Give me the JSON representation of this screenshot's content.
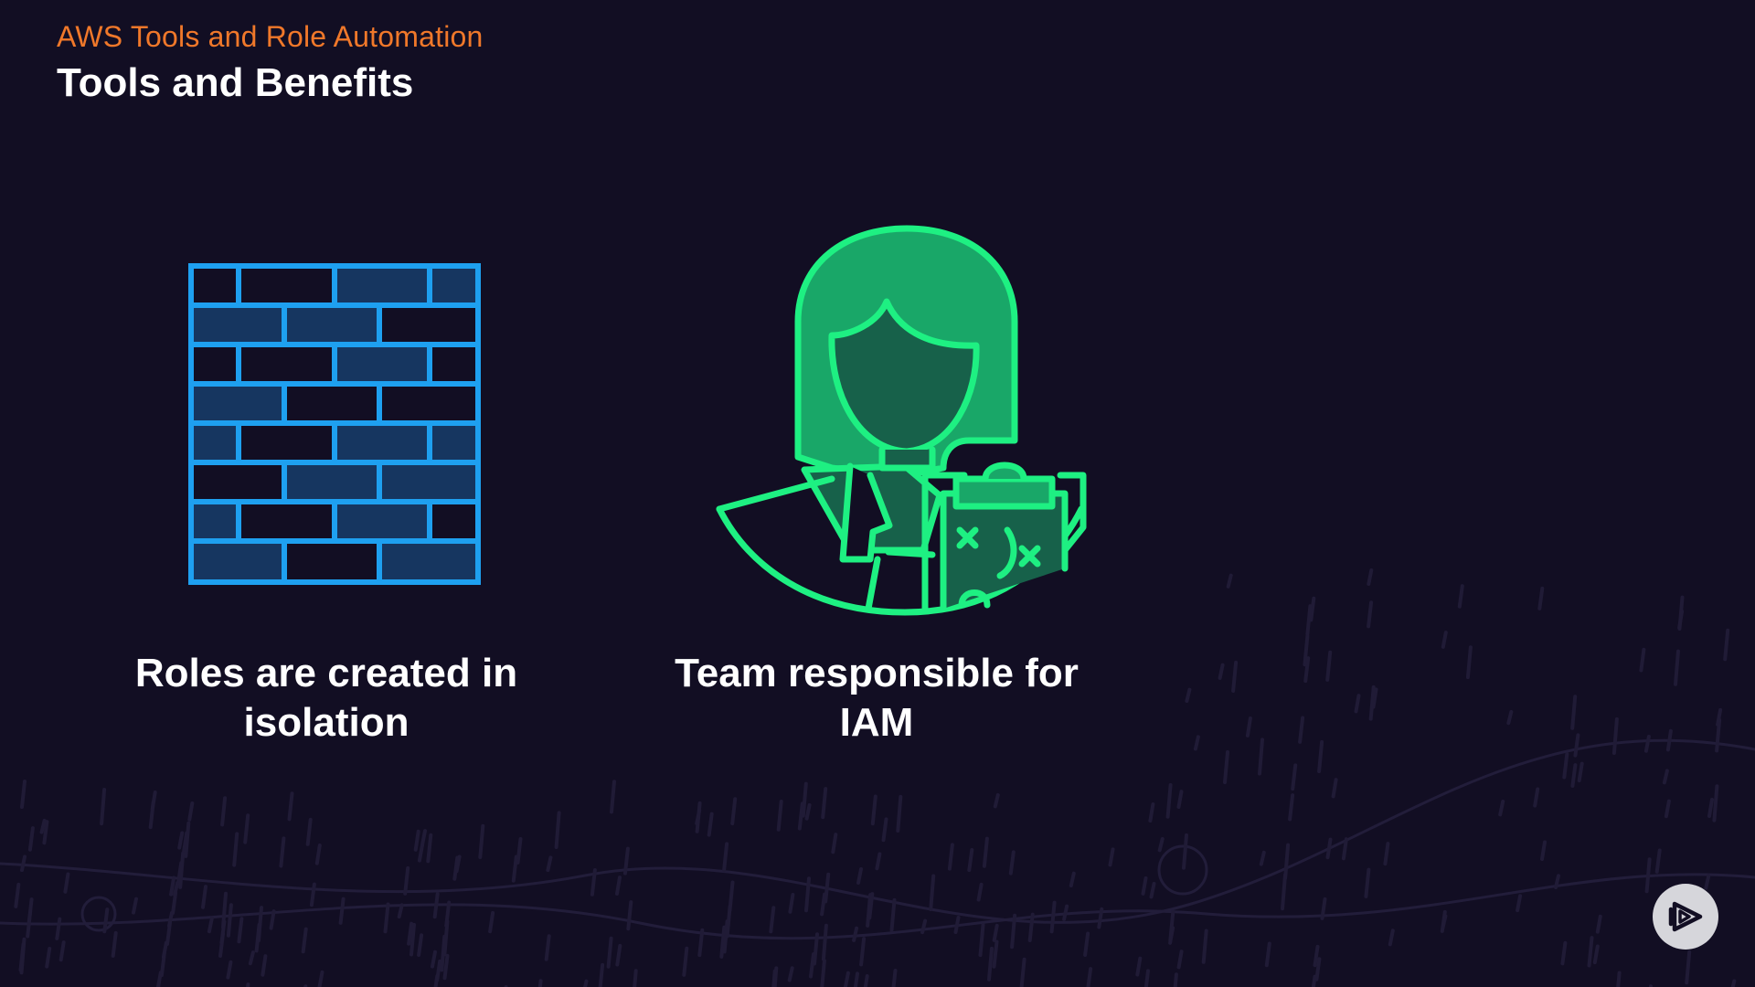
{
  "header": {
    "subtitle": "AWS Tools and Role Automation",
    "title": "Tools and Benefits"
  },
  "items": [
    {
      "icon": "brick-wall-icon",
      "caption": "Roles are created in isolation",
      "color": "#1ea0f0"
    },
    {
      "icon": "person-clipboard-icon",
      "caption": "Team responsible for IAM",
      "color": "#1ef082"
    }
  ],
  "colors": {
    "background": "#120e23",
    "accent": "#f0782a",
    "wall_line": "#1ea0f0",
    "wall_fill": "#163660",
    "person_line": "#1ef082",
    "person_fill": "#19a768",
    "person_face": "#17614a"
  },
  "logo": {
    "icon": "play-logo-icon"
  }
}
